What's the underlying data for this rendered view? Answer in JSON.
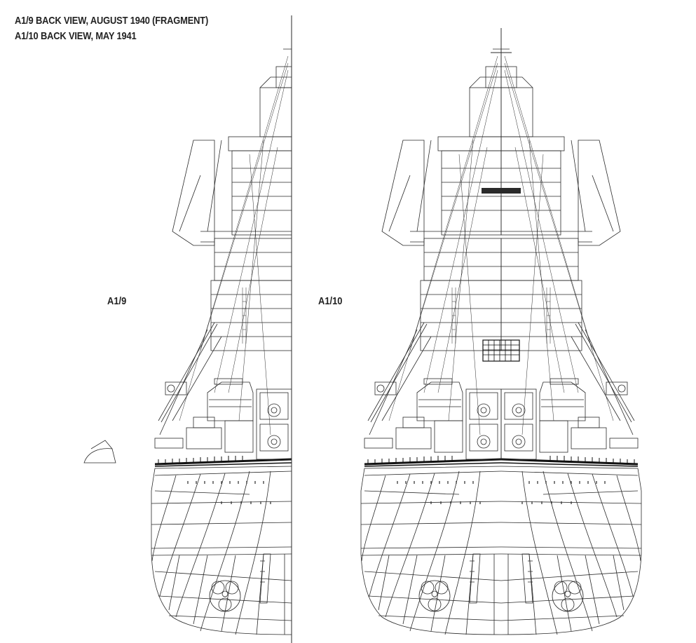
{
  "captions": {
    "line1": "A1/9 BACK VIEW, AUGUST 1940 (FRAGMENT)",
    "line2": "A1/10 BACK VIEW, MAY 1941"
  },
  "views": {
    "a19": {
      "label": "A1/9"
    },
    "a110": {
      "label": "A1/10"
    }
  },
  "colors": {
    "line": "#2a2a2a",
    "dark": "#111111",
    "background": "#ffffff"
  }
}
